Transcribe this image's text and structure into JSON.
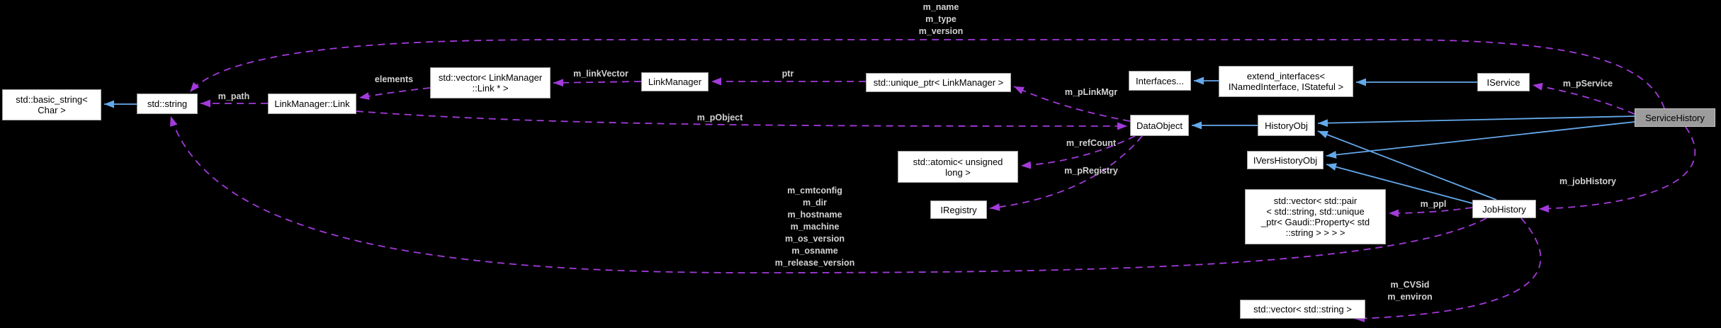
{
  "diagram_type": "collaboration-graph",
  "focus_class": "ServiceHistory",
  "colors": {
    "background": "#000000",
    "inheritance_edge": "#64a9ec",
    "usage_edge": "#a33adb",
    "edge_label": "#d2d2d2",
    "node_fill": "#ffffff",
    "node_border": "#a0a0a0",
    "focus_node_fill": "#9c9c9c"
  },
  "nodes": [
    {
      "label": "std::basic_string<\nChar >"
    },
    {
      "label": "std::string"
    },
    {
      "label": "LinkManager::Link"
    },
    {
      "label": "std::vector< LinkManager\n::Link * >"
    },
    {
      "label": "LinkManager"
    },
    {
      "label": "std::unique_ptr< LinkManager >"
    },
    {
      "label": "Interfaces..."
    },
    {
      "label": "extend_interfaces<\nINamedInterface, IStateful >"
    },
    {
      "label": "IService"
    },
    {
      "label": "ServiceHistory"
    },
    {
      "label": "DataObject"
    },
    {
      "label": "HistoryObj"
    },
    {
      "label": "IVersHistoryObj"
    },
    {
      "label": "std::atomic< unsigned\nlong >"
    },
    {
      "label": "IRegistry"
    },
    {
      "label": "std::vector< std::pair\n< std::string, std::unique\n_ptr< Gaudi::Property< std\n::string > > > >"
    },
    {
      "label": "JobHistory"
    },
    {
      "label": "std::vector< std::string >"
    }
  ],
  "labels": [
    {
      "text": "m_path"
    },
    {
      "text": "elements"
    },
    {
      "text": "m_linkVector"
    },
    {
      "text": "ptr"
    },
    {
      "text": "m_name\nm_type\nm_version"
    },
    {
      "text": "m_pLinkMgr"
    },
    {
      "text": "m_pObject"
    },
    {
      "text": "m_refCount"
    },
    {
      "text": "m_pRegistry"
    },
    {
      "text": "m_cmtconfig\nm_dir\nm_hostname\nm_machine\nm_os_version\nm_osname\nm_release_version"
    },
    {
      "text": "m_ppl"
    },
    {
      "text": "m_jobHistory"
    },
    {
      "text": "m_pService"
    },
    {
      "text": "m_CVSid\nm_environ"
    }
  ]
}
